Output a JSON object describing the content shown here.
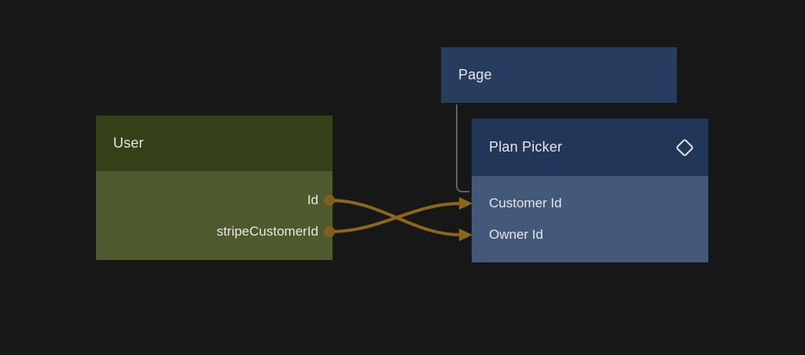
{
  "canvas": {
    "background": "#171717",
    "text_color": "#e6e8e3"
  },
  "colors": {
    "page_header": "#273d60",
    "plan_header": "#22365a",
    "plan_body": "#44587a",
    "user_header": "#353f18",
    "user_body": "#4f592e",
    "connection": "#8a671b",
    "port": "#7d601e",
    "elbow_line": "#606060",
    "icon": "#e6e8e3"
  },
  "nodes": {
    "page": {
      "title": "Page"
    },
    "user": {
      "title": "User",
      "fields": [
        {
          "label": "Id"
        },
        {
          "label": "stripeCustomerId"
        }
      ]
    },
    "plan_picker": {
      "title": "Plan Picker",
      "icon": "diamond-icon",
      "fields": [
        {
          "label": "Customer Id"
        },
        {
          "label": "Owner Id"
        }
      ]
    }
  },
  "connections": [
    {
      "from": "User.Id",
      "to": "Plan Picker.Owner Id",
      "style": "curved-arrow"
    },
    {
      "from": "User.stripeCustomerId",
      "to": "Plan Picker.Customer Id",
      "style": "curved-arrow"
    },
    {
      "from": "Page",
      "to": "Plan Picker",
      "style": "elbow"
    }
  ]
}
